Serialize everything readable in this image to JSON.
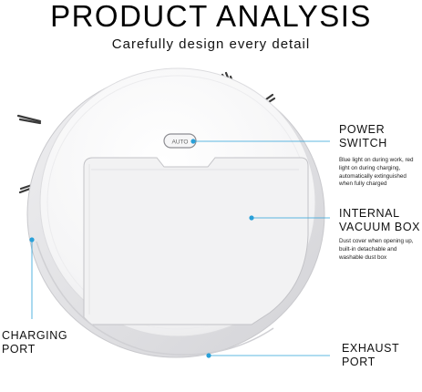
{
  "header": {
    "title": "PRODUCT ANALYSIS",
    "subtitle": "Carefully design every detail"
  },
  "product": {
    "button_text": "AUTO"
  },
  "callouts": {
    "power_switch": {
      "line1": "POWER",
      "line2": "SWITCH",
      "description": "Blue light on during work, red light on during charging, automatically extinguished when fully charged"
    },
    "internal_vacuum_box": {
      "line1": "INTERNAL",
      "line2": "VACUUM BOX",
      "description": "Dust cover when opening up, built-in detachable and washable dust box"
    },
    "charging_port": {
      "line1": "CHARGING",
      "line2": "PORT"
    },
    "exhaust_port": {
      "line1": "EXHAUST",
      "line2": "PORT"
    }
  },
  "colors": {
    "accent": "#2aa0d8",
    "body": "#f7f7f7",
    "shell": "#e9e9ec",
    "brush": "#3a3a3a"
  }
}
